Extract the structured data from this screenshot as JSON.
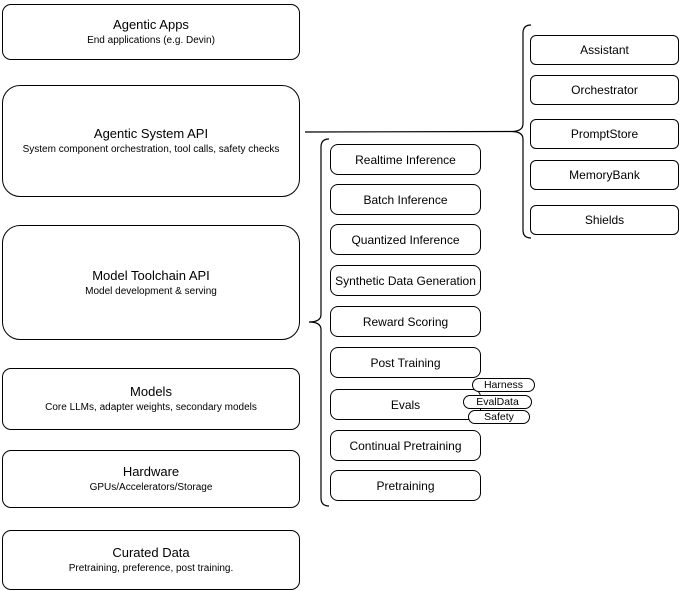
{
  "diagram": {
    "colors": {
      "stroke": "#000000",
      "fill": "#ffffff",
      "background": "#ffffff"
    },
    "left_stack": [
      {
        "title": "Agentic Apps",
        "subtitle": "End applications (e.g. Devin)"
      },
      {
        "title": "Agentic System API",
        "subtitle": "System component orchestration, tool calls, safety checks"
      },
      {
        "title": "Model Toolchain API",
        "subtitle": "Model development & serving"
      },
      {
        "title": "Models",
        "subtitle": "Core LLMs, adapter weights, secondary models"
      },
      {
        "title": "Hardware",
        "subtitle": "GPUs/Accelerators/Storage"
      },
      {
        "title": "Curated Data",
        "subtitle": "Pretraining, preference, post training."
      }
    ],
    "toolchain_items": [
      "Realtime Inference",
      "Batch Inference",
      "Quantized Inference",
      "Synthetic Data Generation",
      "Reward Scoring",
      "Post Training",
      "Evals",
      "Continual Pretraining",
      "Pretraining"
    ],
    "evals_tags": [
      "Harness",
      "EvalData",
      "Safety"
    ],
    "system_components": [
      "Assistant",
      "Orchestrator",
      "PromptStore",
      "MemoryBank",
      "Shields"
    ]
  }
}
